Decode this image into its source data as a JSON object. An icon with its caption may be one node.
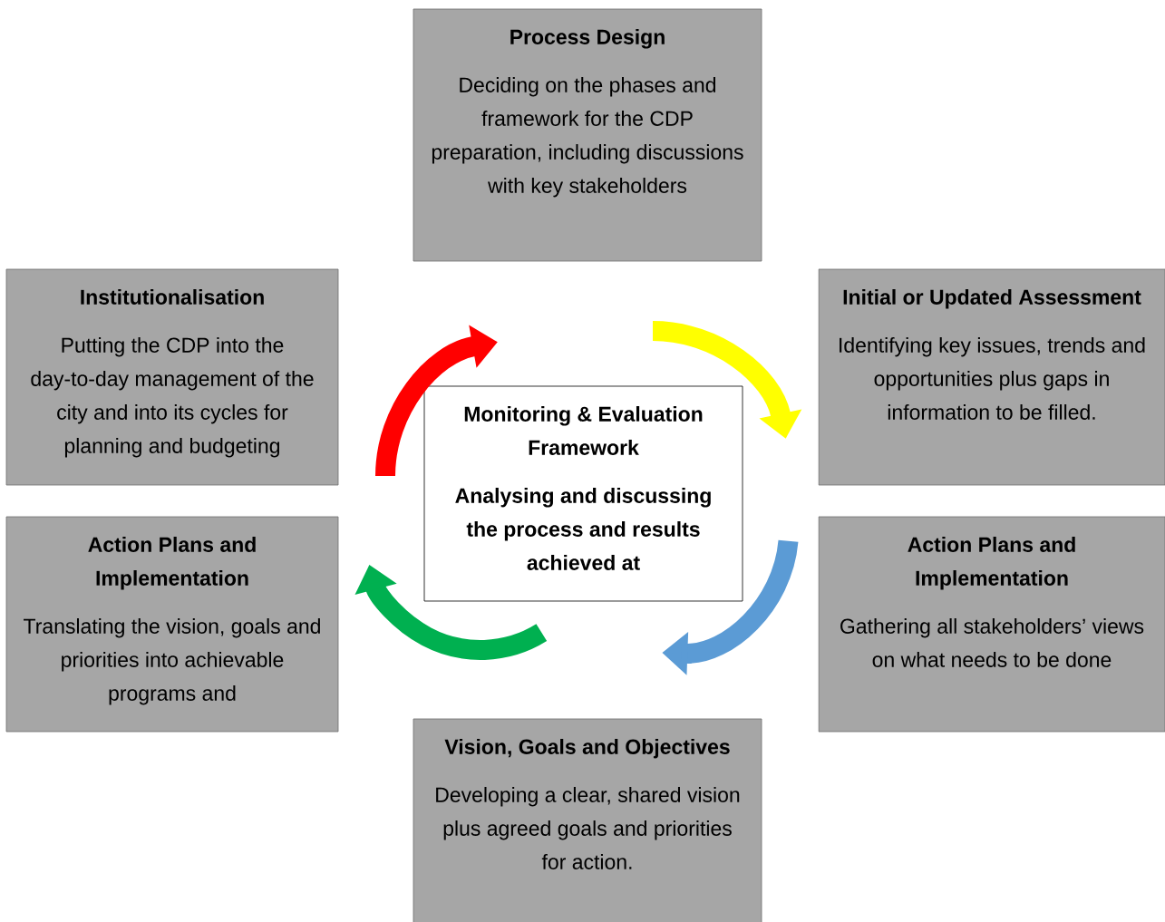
{
  "diagram": {
    "nodes": [
      {
        "text": [
          "Process Design",
          "Deciding on the phases and framework for the CDP preparation, including discussions with key stakeholders"
        ]
      },
      {
        "text": [
          "Initial or Updated Assessment",
          "Identifying key issues, trends and opportunities plus gaps in information to be filled."
        ]
      },
      {
        "text": [
          "Action Plans and Implementation",
          "Gathering all stakeholders’ views on what needs to be done"
        ]
      },
      {
        "text": [
          "Vision, Goals and Objectives",
          "Developing a clear, shared vision plus agreed goals and priorities for action."
        ]
      },
      {
        "text": [
          "Action Plans and Implementation",
          "Translating the vision, goals and priorities into achievable programs and"
        ]
      },
      {
        "text": [
          "Institutionalisation",
          "Putting the CDP into the day-to-day management of the city and into its cycles for planning and budgeting"
        ]
      },
      {
        "text": [
          "Monitoring & Evaluation Framework",
          "Analysing and discussing the process and results achieved at"
        ]
      }
    ]
  }
}
